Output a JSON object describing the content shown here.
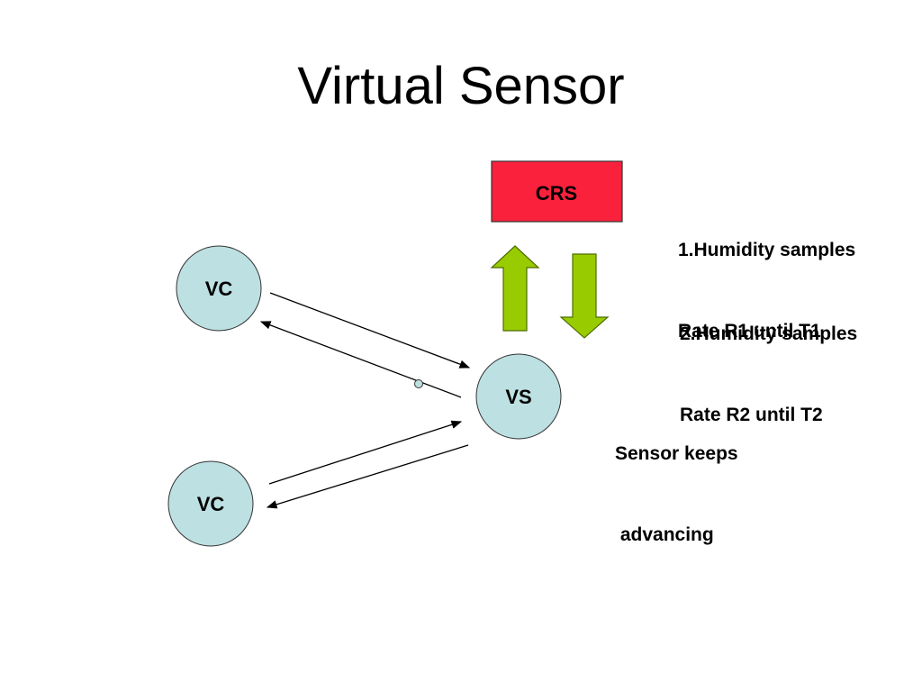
{
  "slide": {
    "title": "Virtual Sensor"
  },
  "nodes": {
    "crs": {
      "label": "CRS",
      "fill": "#f9213c"
    },
    "vc_top": {
      "label": "VC",
      "fill": "#bde0e2"
    },
    "vc_bottom": {
      "label": "VC",
      "fill": "#bde0e2"
    },
    "vs": {
      "label": "VS",
      "fill": "#bde0e2"
    }
  },
  "arrows": {
    "block_fill": "#99cc00",
    "up_direction": "up",
    "down_direction": "down"
  },
  "notes": {
    "note1_line1": "1.Humidity samples",
    "note1_line2": "Rate R1 until T1",
    "note2_line1": "2.Humidity samples",
    "note2_line2": "Rate R2 until T2",
    "note3_line1": "Sensor keeps",
    "note3_line2": " advancing"
  }
}
